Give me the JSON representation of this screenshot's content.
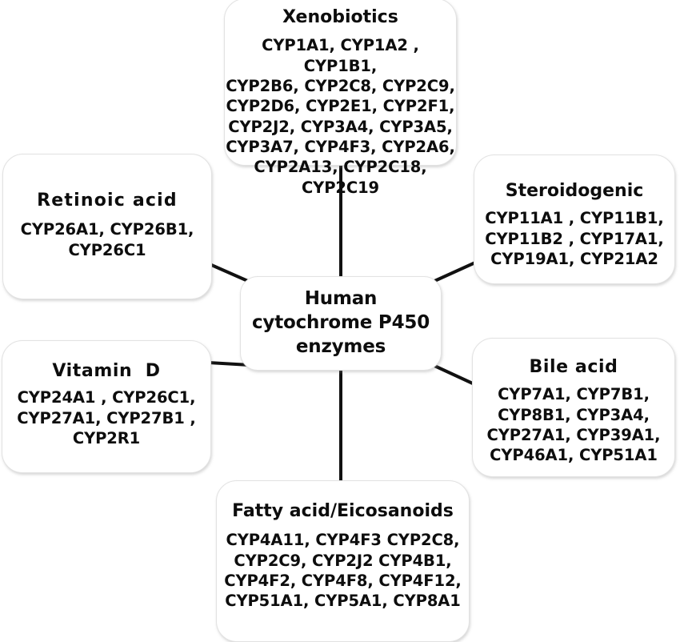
{
  "diagram": {
    "center": {
      "title": "Human\ncytochrome P450\nenzymes"
    },
    "nodes": [
      {
        "key": "xenobiotics",
        "title": "Xenobiotics",
        "enzymes": "CYP1A1, CYP1A2 , CYP1B1,\nCYP2B6, CYP2C8, CYP2C9,\nCYP2D6, CYP2E1, CYP2F1,\nCYP2J2, CYP3A4, CYP3A5,\nCYP3A7, CYP4F3, CYP2A6,\nCYP2A13, CYP2C18,\nCYP2C19"
      },
      {
        "key": "retinoic_acid",
        "title": "Retinoic acid",
        "enzymes": "CYP26A1, CYP26B1,\nCYP26C1"
      },
      {
        "key": "steroidogenic",
        "title": "Steroidogenic",
        "enzymes": "CYP11A1 , CYP11B1,\nCYP11B2 , CYP17A1,\nCYP19A1, CYP21A2"
      },
      {
        "key": "vitamin_d",
        "title": "Vitamin  D",
        "enzymes": "CYP24A1 , CYP26C1,\nCYP27A1, CYP27B1 ,\nCYP2R1"
      },
      {
        "key": "bile_acid",
        "title": "Bile acid",
        "enzymes": "CYP7A1, CYP7B1,\nCYP8B1, CYP3A4,\nCYP27A1, CYP39A1,\nCYP46A1, CYP51A1"
      },
      {
        "key": "fatty_acid_eicosanoids",
        "title": "Fatty acid/Eicosanoids",
        "enzymes": "CYP4A11, CYP4F3 CYP2C8,\nCYP2C9,  CYP2J2 CYP4B1,\nCYP4F2, CYP4F8, CYP4F12,\nCYP51A1, CYP5A1, CYP8A1"
      }
    ],
    "colors": {
      "text": "#0d0d0d",
      "box_border": "#e2e2e2",
      "box_fill": "#ffffff",
      "connector": "#111111",
      "background": "#ffffff"
    }
  }
}
